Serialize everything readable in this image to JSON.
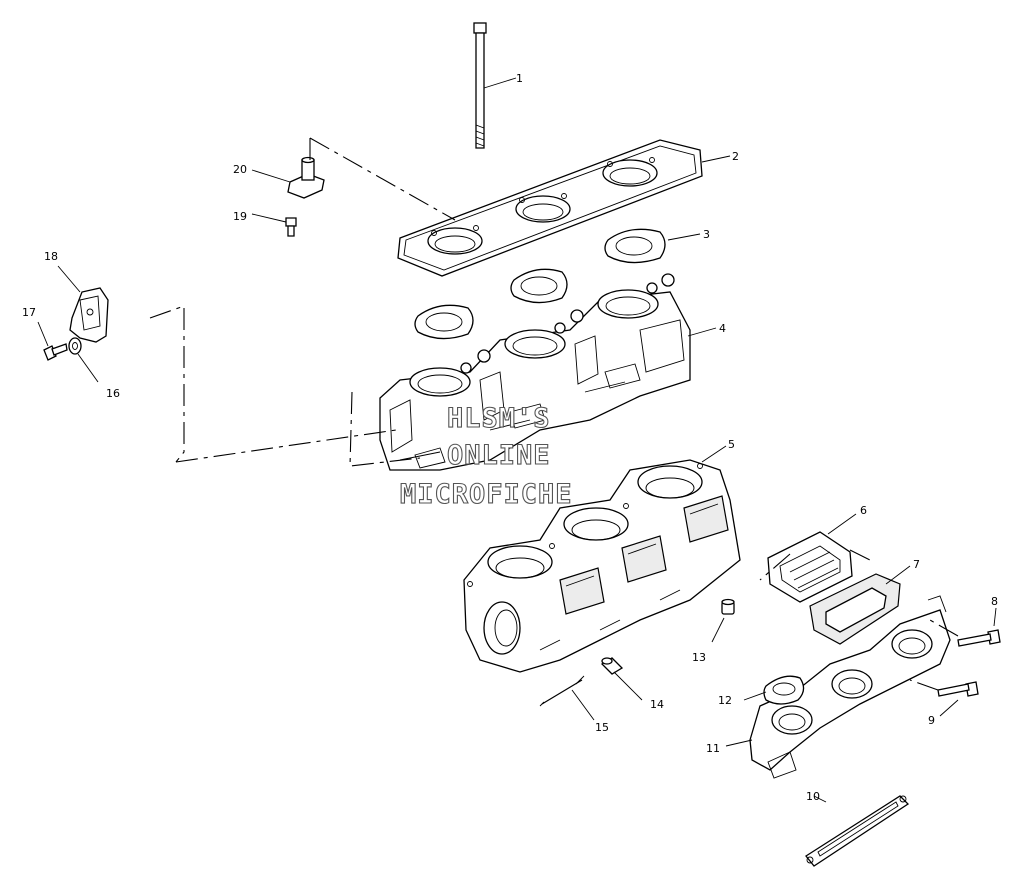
{
  "callouts": [
    "1",
    "2",
    "3",
    "4",
    "5",
    "6",
    "7",
    "8",
    "9",
    "10",
    "11",
    "12",
    "13",
    "14",
    "15",
    "16",
    "17",
    "18",
    "19",
    "20"
  ],
  "watermark": {
    "line1": "HLSM'S",
    "line2": "ONLINE",
    "line3": "MICROFICHE"
  }
}
